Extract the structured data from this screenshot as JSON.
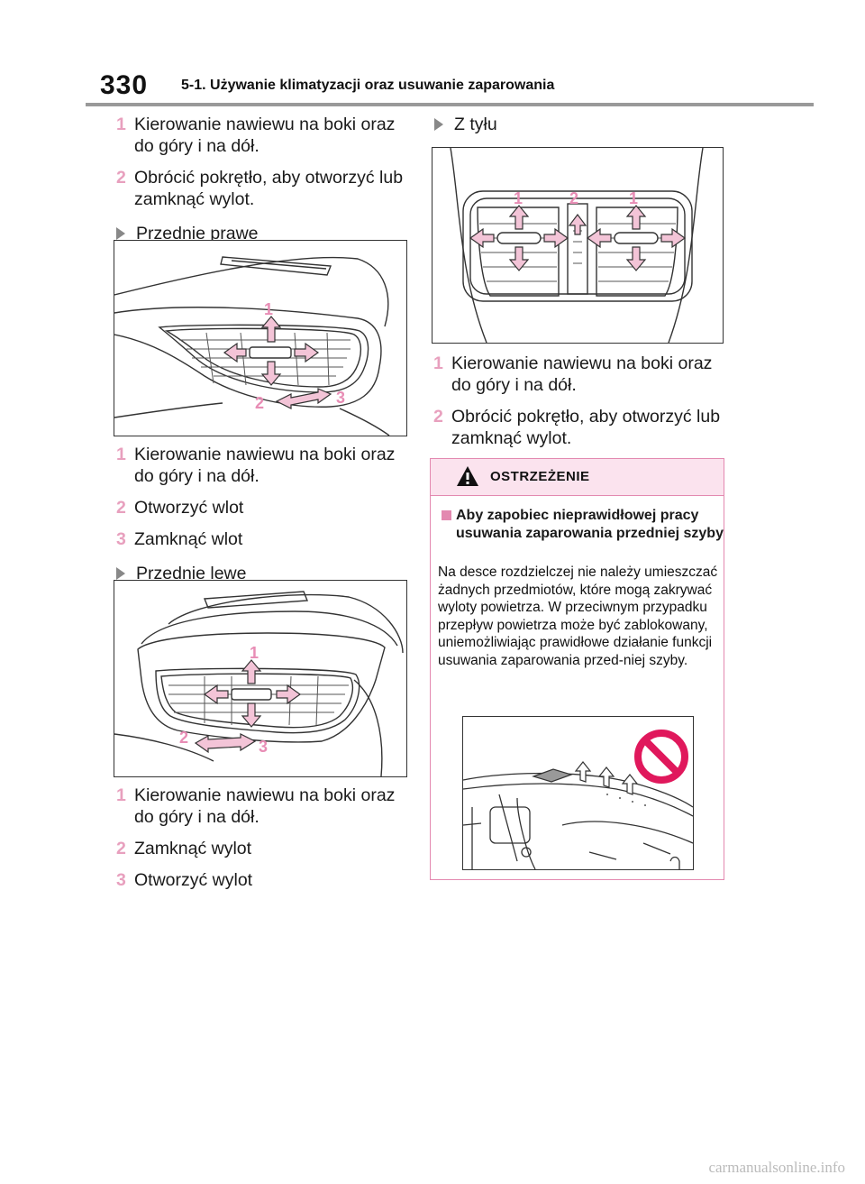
{
  "header": {
    "page_number": "330",
    "chapter": "5-1. Używanie klimatyzacji oraz usuwanie zaparowania"
  },
  "intro": [
    {
      "num": "1",
      "text": "Kierowanie nawiewu na boki oraz do góry i na dół."
    },
    {
      "num": "2",
      "text": "Obrócić pokrętło, aby otworzyć lub zamknąć wylot."
    }
  ],
  "front_right": {
    "heading": "Przednie prawe",
    "labels": [
      "1",
      "2",
      "3"
    ],
    "items": [
      {
        "num": "1",
        "text": "Kierowanie nawiewu na boki oraz do góry i na dół."
      },
      {
        "num": "2",
        "text": "Otworzyć wlot"
      },
      {
        "num": "3",
        "text": "Zamknąć wlot"
      }
    ]
  },
  "front_left": {
    "heading": "Przednie lewe",
    "labels": [
      "1",
      "2",
      "3"
    ],
    "items": [
      {
        "num": "1",
        "text": "Kierowanie nawiewu na boki oraz do góry i na dół."
      },
      {
        "num": "2",
        "text": "Zamknąć wylot"
      },
      {
        "num": "3",
        "text": "Otworzyć wylot"
      }
    ]
  },
  "rear": {
    "heading": "Z tyłu",
    "labels": [
      "1",
      "2",
      "1"
    ],
    "items": [
      {
        "num": "1",
        "text": "Kierowanie nawiewu na boki oraz do góry i na dół."
      },
      {
        "num": "2",
        "text": "Obrócić pokrętło, aby otworzyć lub zamknąć wylot."
      }
    ]
  },
  "warning": {
    "title": "OSTRZEŻENIE",
    "subtitle": "Aby zapobiec nieprawidłowej pracy usuwania zaparowania przedniej szyby",
    "body": "Na desce rozdzielczej nie należy umieszczać żadnych przedmiotów, które mogą zakrywać wyloty powietrza. W przeciwnym przypadku przepływ powietrza może być zablokowany, uniemożliwiając prawidłowe działanie funkcji usuwania zaparowania przed-niej szyby."
  },
  "colors": {
    "accent": "#e88db5",
    "warning_bg": "#fbe3ee",
    "warning_border": "#e389b0"
  },
  "footer": "carmanualsonline.info"
}
